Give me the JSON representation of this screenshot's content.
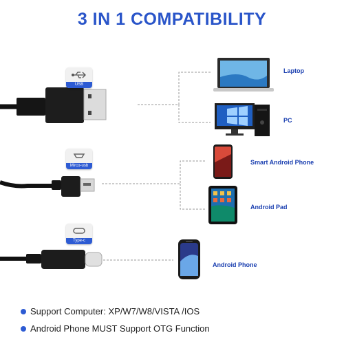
{
  "title": "3 IN 1 COMPATIBILITY",
  "ports": {
    "usb": "USB",
    "micro": "Mirco-usb",
    "typec": "Type-c"
  },
  "devices": {
    "laptop": "Laptop",
    "pc": "PC",
    "smart_android_phone": "Smart Android Phone",
    "android_pad": "Android Pad",
    "android_phone": "Android Phone"
  },
  "features": [
    "Support Computer: XP/W7/W8/VISTA /IOS",
    "Android Phone MUST Support OTG Function"
  ],
  "colors": {
    "accent": "#2d5bd3",
    "title": "#2a55c9"
  }
}
